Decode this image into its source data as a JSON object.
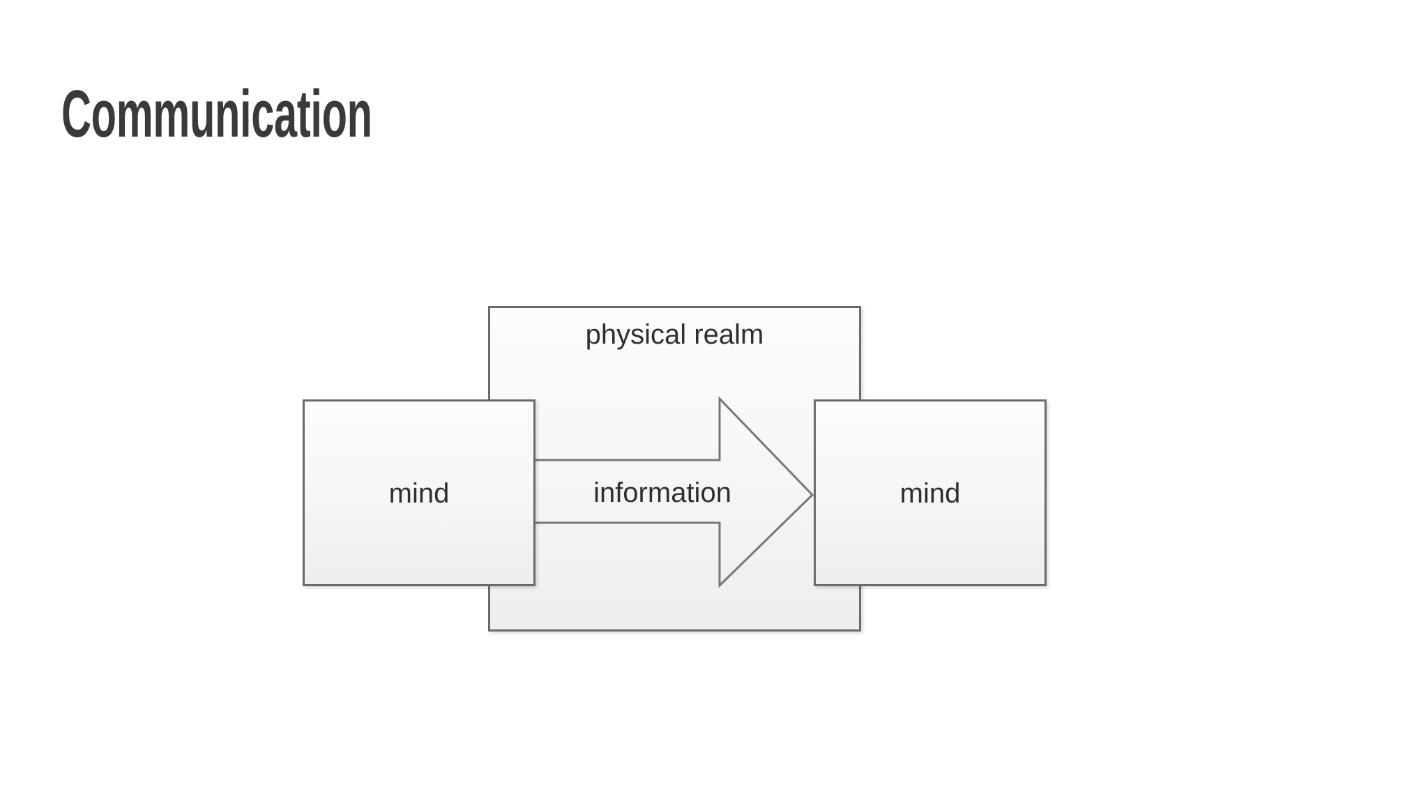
{
  "slide": {
    "title": "Communication",
    "background_color": "#ffffff",
    "title_color": "#3a3a3a"
  },
  "diagram": {
    "type": "block-diagram",
    "description": "Two mind blocks connected through a physical realm block by an information arrow",
    "shapes": [
      {
        "id": "physical-realm",
        "name": "physical-realm-box",
        "label": "physical realm",
        "kind": "rectangle",
        "label_position": "top-center",
        "fill_top": "#fcfcfc",
        "fill_bottom": "#eeeeee",
        "border_color": "#6a6a6a"
      },
      {
        "id": "mind-left",
        "name": "mind-box-left",
        "label": "mind",
        "kind": "rectangle",
        "label_position": "center",
        "fill_top": "#fcfcfc",
        "fill_bottom": "#eeeeee",
        "border_color": "#6a6a6a"
      },
      {
        "id": "mind-right",
        "name": "mind-box-right",
        "label": "mind",
        "kind": "rectangle",
        "label_position": "center",
        "fill_top": "#fcfcfc",
        "fill_bottom": "#eeeeee",
        "border_color": "#6a6a6a"
      },
      {
        "id": "information-arrow",
        "name": "information-arrow",
        "label": "information",
        "kind": "block-arrow-right",
        "label_position": "center",
        "fill": "transparent",
        "border_color": "#777777",
        "direction": "left-to-right",
        "from": "mind-left",
        "to": "mind-right"
      }
    ],
    "labels": {
      "physical_realm": "physical realm",
      "mind_left": "mind",
      "mind_right": "mind",
      "information": "information"
    }
  }
}
